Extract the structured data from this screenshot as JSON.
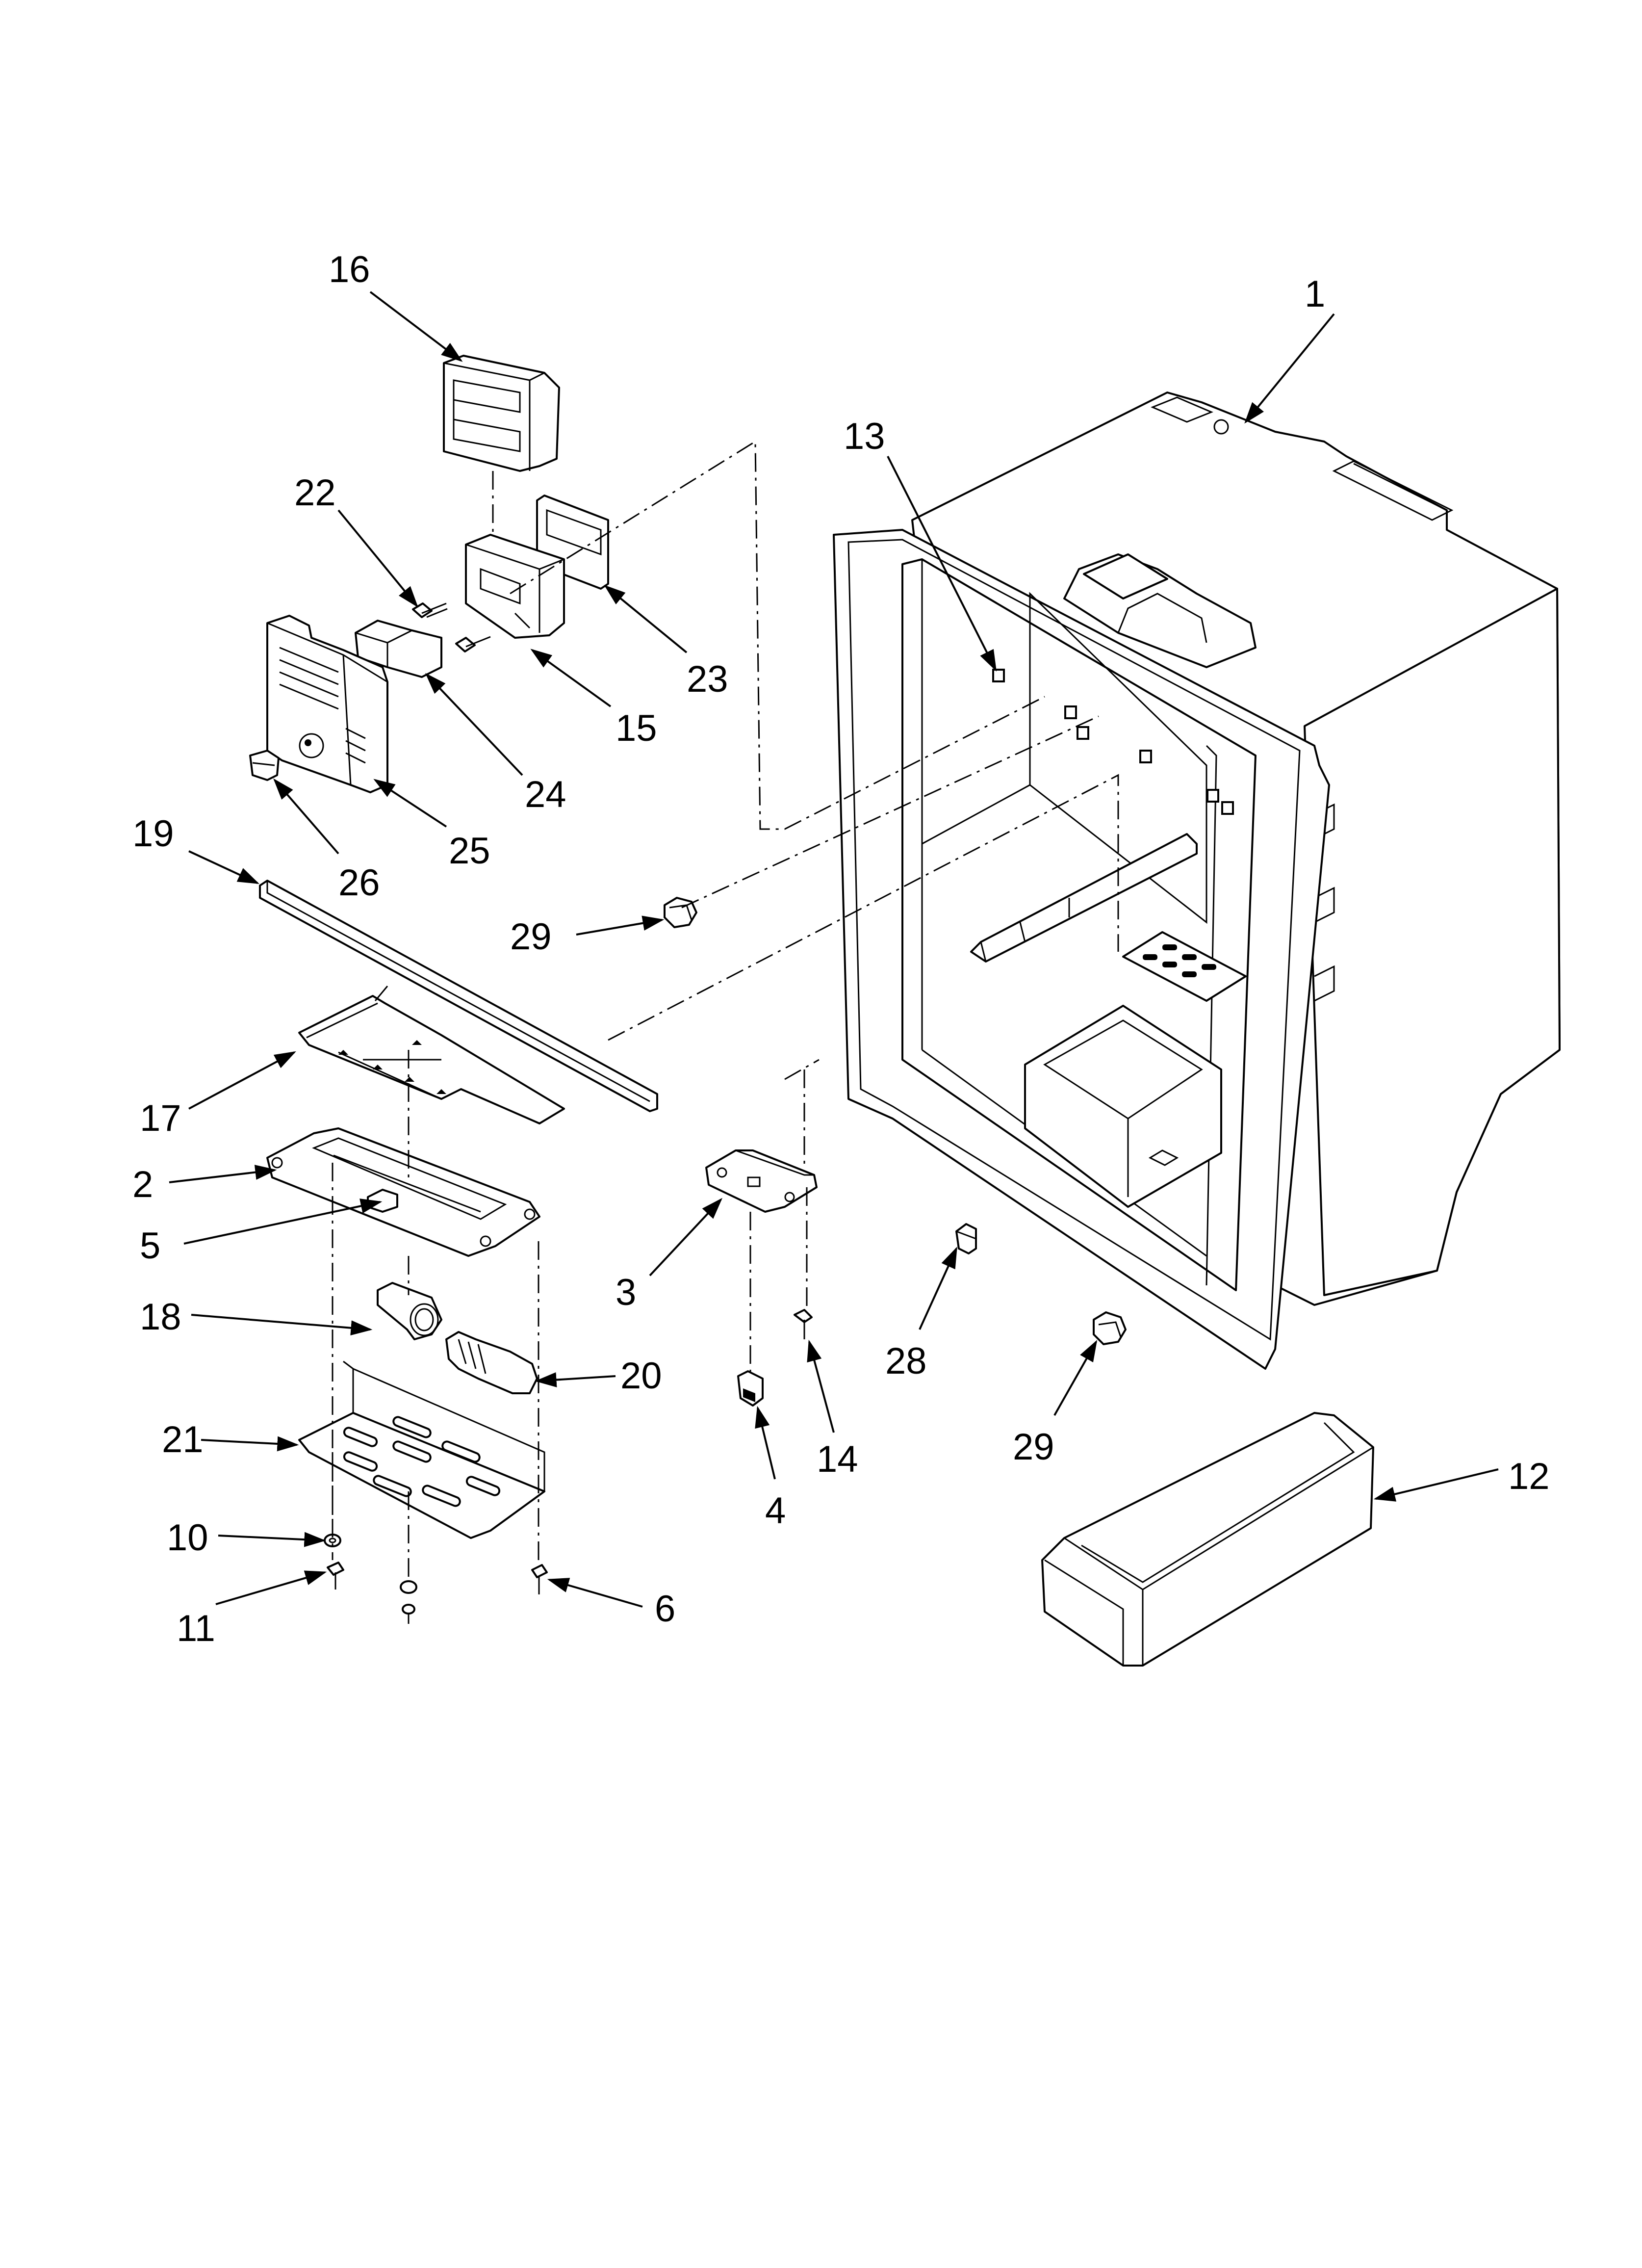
{
  "callouts": [
    {
      "id": "c1",
      "text": "1"
    },
    {
      "id": "c2",
      "text": "2"
    },
    {
      "id": "c3",
      "text": "3"
    },
    {
      "id": "c4",
      "text": "4"
    },
    {
      "id": "c5",
      "text": "5"
    },
    {
      "id": "c6",
      "text": "6"
    },
    {
      "id": "c10",
      "text": "10"
    },
    {
      "id": "c11",
      "text": "11"
    },
    {
      "id": "c12",
      "text": "12"
    },
    {
      "id": "c13",
      "text": "13"
    },
    {
      "id": "c14",
      "text": "14"
    },
    {
      "id": "c15",
      "text": "15"
    },
    {
      "id": "c16",
      "text": "16"
    },
    {
      "id": "c17",
      "text": "17"
    },
    {
      "id": "c18",
      "text": "18"
    },
    {
      "id": "c19",
      "text": "19"
    },
    {
      "id": "c20",
      "text": "20"
    },
    {
      "id": "c21",
      "text": "21"
    },
    {
      "id": "c22",
      "text": "22"
    },
    {
      "id": "c23",
      "text": "23"
    },
    {
      "id": "c24",
      "text": "24"
    },
    {
      "id": "c25",
      "text": "25"
    },
    {
      "id": "c26",
      "text": "26"
    },
    {
      "id": "c28",
      "text": "28"
    },
    {
      "id": "c29a",
      "text": "29"
    },
    {
      "id": "c29b",
      "text": "29"
    }
  ]
}
